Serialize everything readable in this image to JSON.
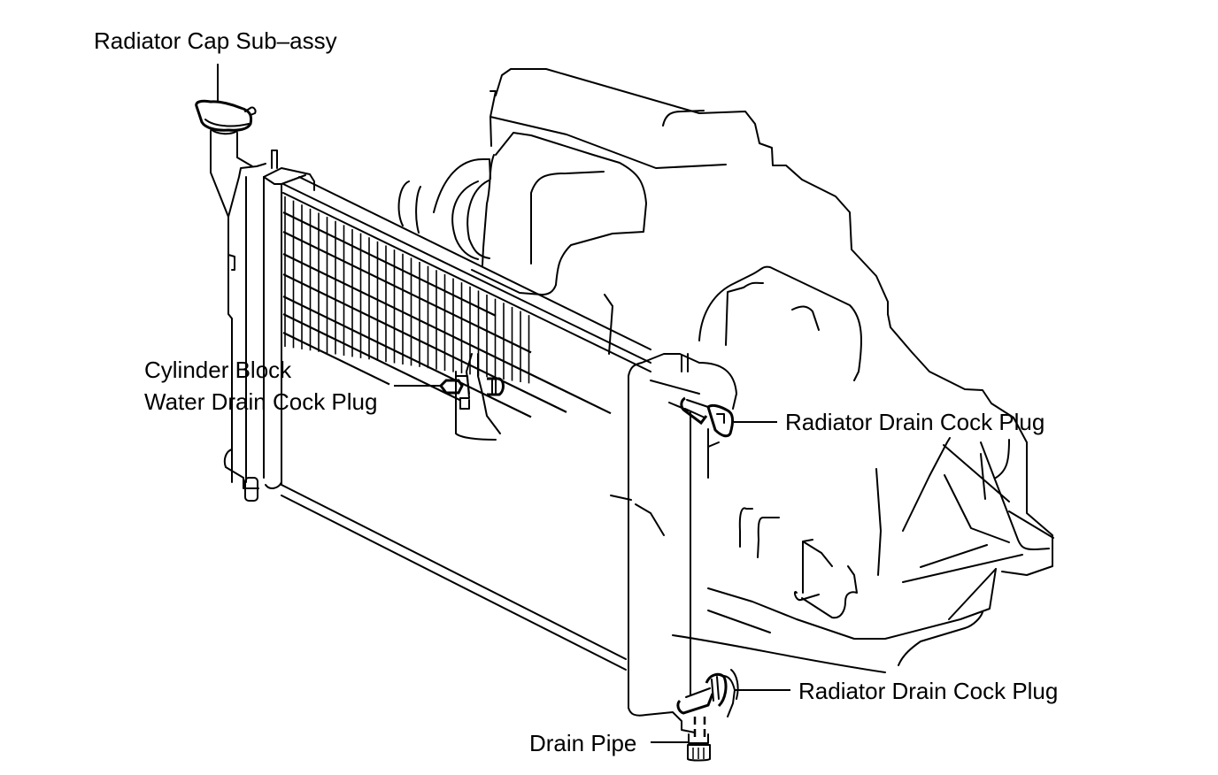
{
  "diagram": {
    "title": "Radiator and engine coolant drain points",
    "colors": {
      "line": "#000000",
      "background": "#ffffff"
    },
    "labels": {
      "radiator_cap": "Radiator Cap Sub–assy",
      "cylinder_block_line1": "Cylinder Block",
      "cylinder_block_line2": "Water Drain Cock Plug",
      "radiator_drain_upper": "Radiator Drain Cock Plug",
      "radiator_drain_lower": "Radiator Drain Cock Plug",
      "drain_pipe": "Drain Pipe"
    },
    "components": [
      "radiator-cap",
      "radiator-reservoir-tank",
      "radiator-core",
      "radiator-side-tank",
      "engine-block",
      "cylinder-block-drain-plug",
      "radiator-drain-plug-upper",
      "radiator-drain-plug-lower",
      "drain-pipe"
    ]
  }
}
